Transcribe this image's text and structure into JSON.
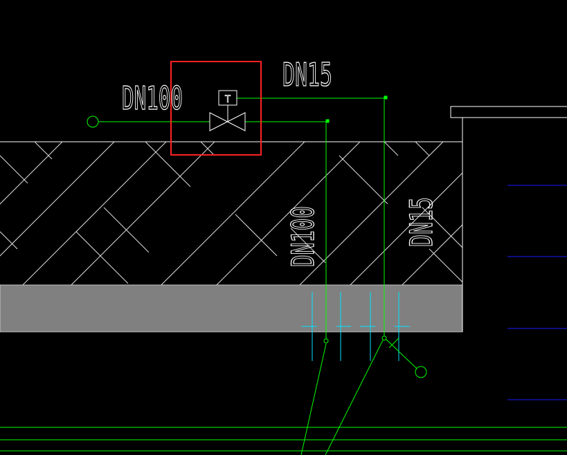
{
  "labels": {
    "pipe_main_top": "DN100",
    "pipe_branch_top": "DN15",
    "pipe_main_vertical": "DN100",
    "pipe_branch_vertical": "DN15",
    "valve_actuator": "T"
  },
  "colors": {
    "background": "#000000",
    "pipe": "#00ff00",
    "outline": "#ffffff",
    "hatch": "#e0e0e0",
    "highlight": "#ff2222",
    "sleeve": "#00e5ff",
    "level_line": "#1a1aff",
    "slab_fill": "#808080"
  },
  "components": {
    "valve_symbol": "gate-valve-with-actuator-icon",
    "pipe_end": "circle-end-icon"
  }
}
